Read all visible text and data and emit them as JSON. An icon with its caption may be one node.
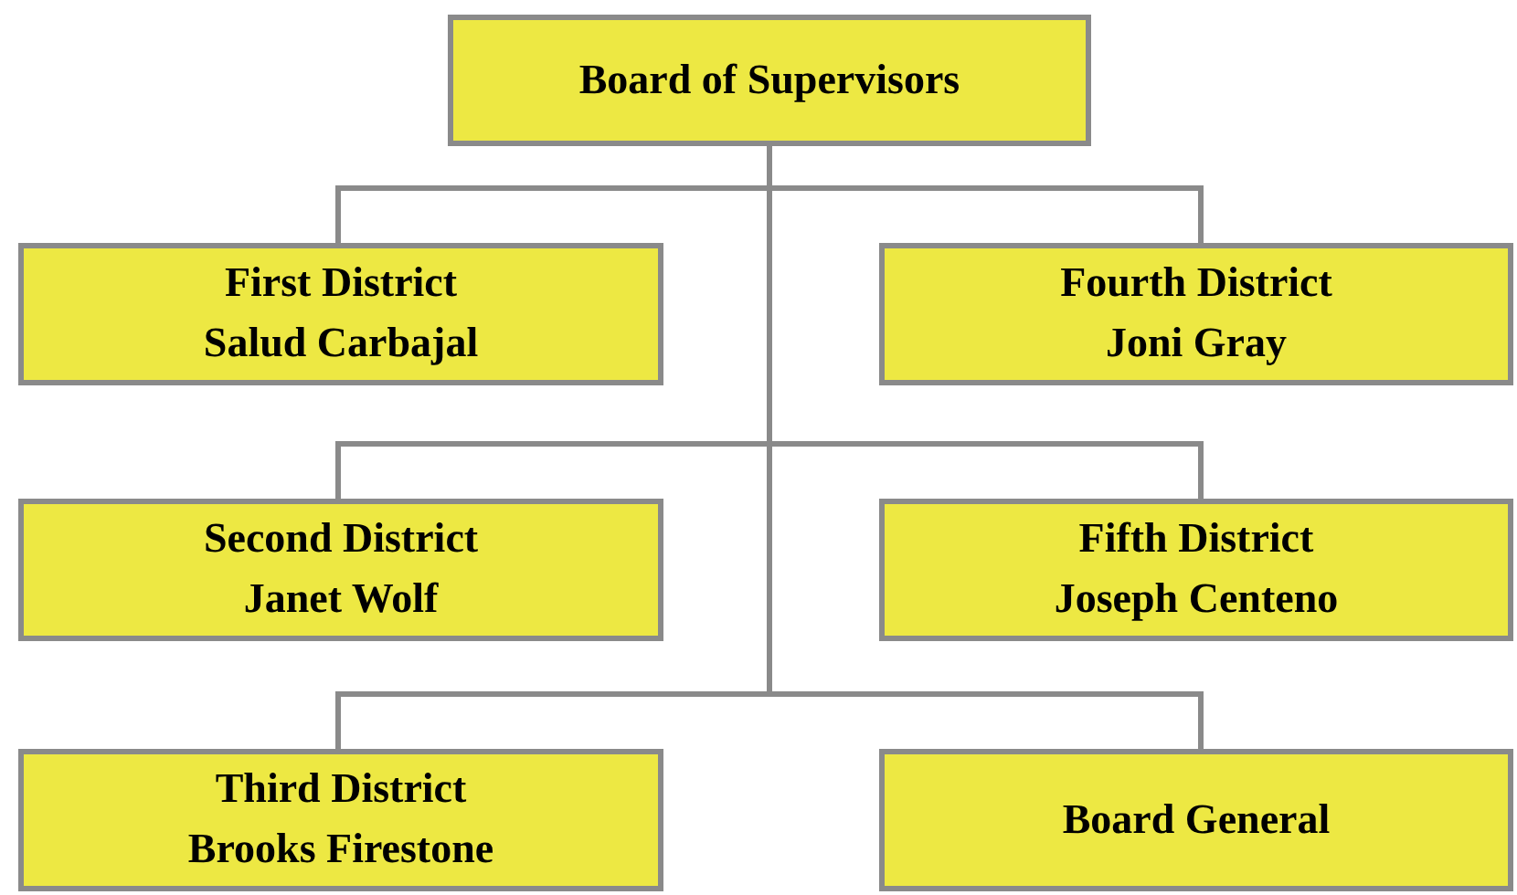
{
  "diagram": {
    "nodes": [
      {
        "text": [
          "Board of Supervisors"
        ]
      },
      {
        "text": [
          "First District",
          "Salud Carbajal"
        ]
      },
      {
        "text": [
          "Fourth District",
          "Joni Gray"
        ]
      },
      {
        "text": [
          "Second District",
          "Janet Wolf"
        ]
      },
      {
        "text": [
          "Fifth District",
          "Joseph Centeno"
        ]
      },
      {
        "text": [
          "Third District",
          "Brooks Firestone"
        ]
      },
      {
        "text": [
          "Board General"
        ]
      }
    ],
    "edges": [
      {
        "from": 0,
        "to": 1,
        "arrow": "none"
      },
      {
        "from": 0,
        "to": 2,
        "arrow": "none"
      },
      {
        "from": 0,
        "to": 3,
        "arrow": "none"
      },
      {
        "from": 0,
        "to": 4,
        "arrow": "none"
      },
      {
        "from": 0,
        "to": 5,
        "arrow": "none"
      },
      {
        "from": 0,
        "to": 6,
        "arrow": "none"
      }
    ]
  }
}
